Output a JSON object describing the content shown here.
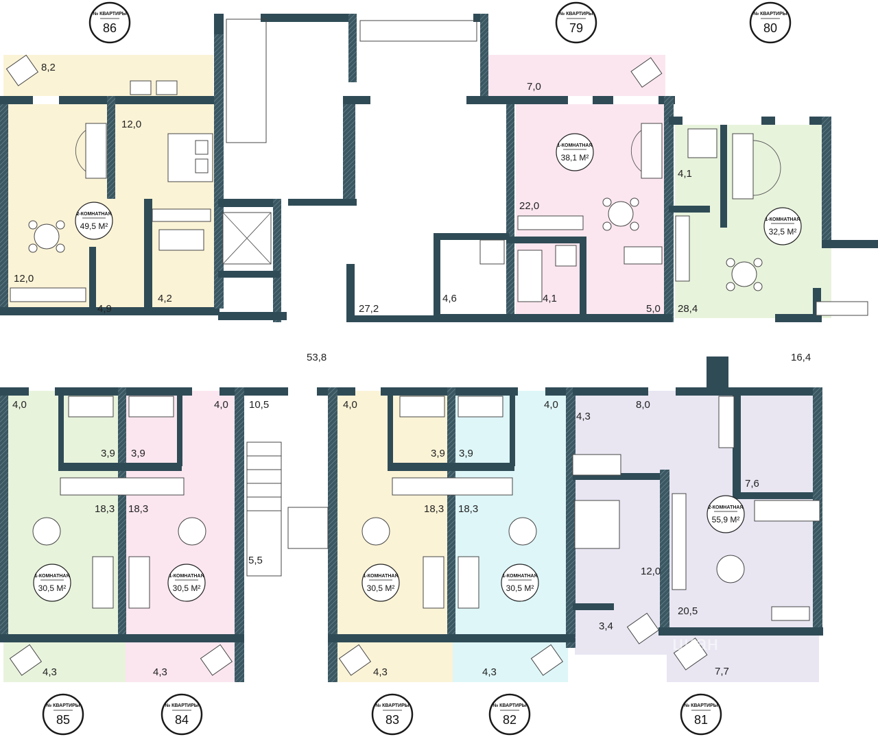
{
  "badge_caption": "№ КВАРТИРЫ",
  "apartments": [
    {
      "number": "86",
      "type": "2-КОМНАТНАЯ",
      "area": "49,5 М²",
      "color": "#fbf3d6"
    },
    {
      "number": "79",
      "type": "1-КОМНАТНАЯ",
      "area": "38,1 М²",
      "color": "#fbe6ef"
    },
    {
      "number": "80",
      "type": "1-КОМНАТНАЯ",
      "area": "32,5 М²",
      "color": "#e8f3dc"
    },
    {
      "number": "85",
      "type": "1-КОМНАТНАЯ",
      "area": "30,5 М²",
      "color": "#e8f3dc"
    },
    {
      "number": "84",
      "type": "1-КОМНАТНАЯ",
      "area": "30,5 М²",
      "color": "#fbe6ef"
    },
    {
      "number": "83",
      "type": "1-КОМНАТНАЯ",
      "area": "30,5 М²",
      "color": "#fbf3d6"
    },
    {
      "number": "82",
      "type": "1-КОМНАТНАЯ",
      "area": "30,5 М²",
      "color": "#def6f8"
    },
    {
      "number": "81",
      "type": "2-КОМНАТНАЯ",
      "area": "55,9 М²",
      "color": "#e9e6f2"
    }
  ],
  "room_areas": {
    "a86_balcony": "8,2",
    "a86_bedroom": "12,0",
    "a86_living": "12,0",
    "a86_hall": "4,9",
    "a86_bath": "4,2",
    "a79_balcony": "7,0",
    "a79_living": "22,0",
    "a79_bath": "4,1",
    "a79_hall": "5,0",
    "a80_bath": "4,1",
    "a80_living": "28,4",
    "lobby": "27,2",
    "lobby_wc": "4,6",
    "corridor": "53,8",
    "corridor_east": "16,4",
    "a85_hall": "4,0",
    "a85_bath": "3,9",
    "a85_living": "18,3",
    "a85_balcony": "4,3",
    "a84_hall": "4,0",
    "a84_bath": "3,9",
    "a84_living": "18,3",
    "a84_balcony": "4,3",
    "stair_hall": "10,5",
    "stair": "5,5",
    "a83_hall": "4,0",
    "a83_bath": "3,9",
    "a83_living": "18,3",
    "a83_balcony": "4,3",
    "a82_hall": "4,0",
    "a82_bath": "3,9",
    "a82_living": "18,3",
    "a82_balcony": "4,3",
    "a81_bath": "4,3",
    "a81_hall": "8,0",
    "a81_storage": "7,6",
    "a81_bedroom": "12,0",
    "a81_closet": "3,4",
    "a81_living": "20,5",
    "a81_balcony": "7,7"
  },
  "colors": {
    "wall": "#2f4b56",
    "wall_hatch": "#6c8790"
  },
  "watermark": "циан"
}
